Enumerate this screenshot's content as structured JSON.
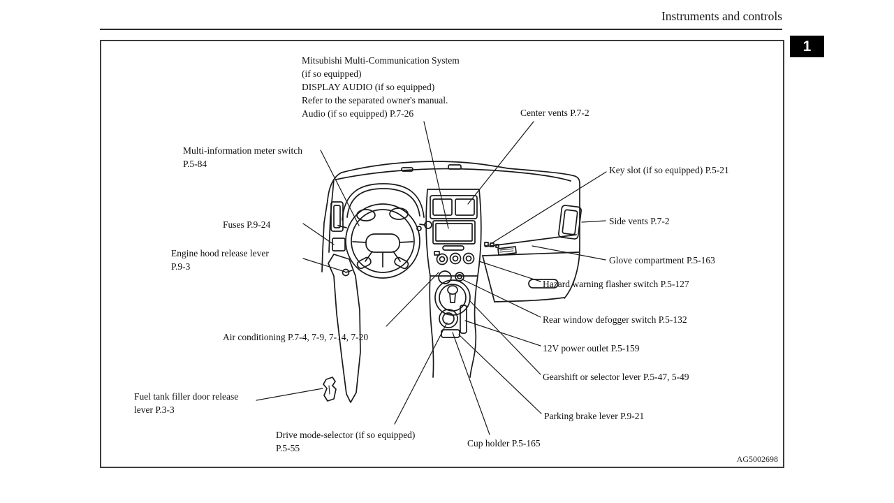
{
  "header": {
    "title": "Instruments and controls",
    "section_tab": "1"
  },
  "figure": {
    "code": "AG5002698",
    "callouts": [
      {
        "id": "mmcs",
        "text": "Mitsubishi Multi-Communication System\n(if so equipped)\nDISPLAY AUDIO (if so equipped)\nRefer to the separated owner's manual.\nAudio (if so equipped) P.7-26"
      },
      {
        "id": "center-vents",
        "text": "Center vents P.7-2"
      },
      {
        "id": "multi-information-meter-switch",
        "text": "Multi-information meter switch\nP.5-84"
      },
      {
        "id": "fuses",
        "text": "Fuses P.9-24"
      },
      {
        "id": "engine-hood-release-lever",
        "text": "Engine hood release lever\nP.9-3"
      },
      {
        "id": "key-slot",
        "text": "Key slot (if so equipped) P.5-21"
      },
      {
        "id": "side-vents",
        "text": "Side vents P.7-2"
      },
      {
        "id": "glove-compartment",
        "text": "Glove compartment P.5-163"
      },
      {
        "id": "hazard-warning-flasher-switch",
        "text": "Hazard warning flasher switch P.5-127"
      },
      {
        "id": "rear-window-defogger-switch",
        "text": "Rear window defogger switch P.5-132"
      },
      {
        "id": "12v-power-outlet",
        "text": "12V power outlet P.5-159"
      },
      {
        "id": "gearshift-selector-lever",
        "text": "Gearshift or selector lever P.5-47, 5-49"
      },
      {
        "id": "parking-brake-lever",
        "text": "Parking brake lever P.9-21"
      },
      {
        "id": "cup-holder",
        "text": "Cup holder P.5-165"
      },
      {
        "id": "drive-mode-selector",
        "text": "Drive mode-selector (if so equipped)\nP.5-55"
      },
      {
        "id": "air-conditioning",
        "text": "Air conditioning P.7-4, 7-9, 7-14, 7-20"
      },
      {
        "id": "fuel-tank-filler-door-release-lever",
        "text": "Fuel tank filler door release\nlever P.3-3"
      }
    ]
  }
}
